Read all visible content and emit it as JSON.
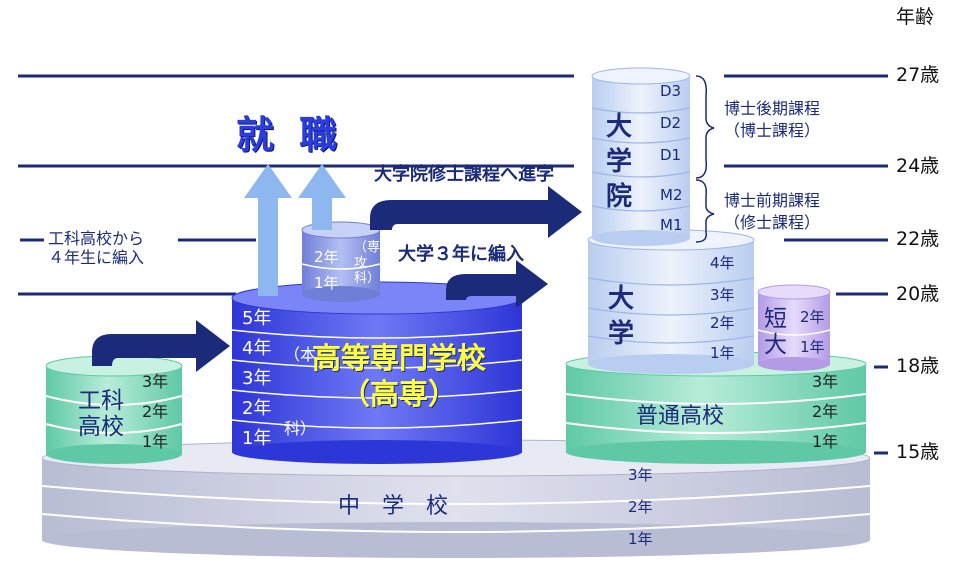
{
  "age_header": "年齢",
  "ages": {
    "a27": "27歳",
    "a24": "24歳",
    "a22": "22歳",
    "a20": "20歳",
    "a18": "18歳",
    "a15": "15歳"
  },
  "employment": "就 職",
  "to_grad_school": "大学院修士課程へ進学",
  "to_univ_transfer": "大学３年に編入",
  "tech_transfer": "工科高校から\n４年生に編入",
  "middle_school": {
    "name": "中　学　校",
    "grades": [
      "3年",
      "2年",
      "1年"
    ]
  },
  "high_school": {
    "name": "普通高校",
    "grades": [
      "3年",
      "2年",
      "1年"
    ]
  },
  "tech_high": {
    "name": "工科\n高校",
    "grades": [
      "3年",
      "2年",
      "1年"
    ]
  },
  "kosen": {
    "name": "高等専門学校\n（高専）",
    "grades": [
      "5年",
      "4年",
      "3年",
      "2年",
      "1年"
    ],
    "side": "（本\n科）"
  },
  "senkoka": {
    "grades": [
      "2年",
      "1年"
    ],
    "side": "（専\n攻\n科）"
  },
  "university": {
    "name": "大\n学",
    "grades": [
      "4年",
      "3年",
      "2年",
      "1年"
    ]
  },
  "junior_college": {
    "name": "短\n大",
    "grades": [
      "2年",
      "1年"
    ]
  },
  "grad_school": {
    "name": "大\n学\n院",
    "doctor": [
      "D3",
      "D2",
      "D1"
    ],
    "master": [
      "M2",
      "M1"
    ]
  },
  "doctor_course": "博士後期課程\n（博士課程）",
  "master_course": "博士前期課程\n（修士課程）",
  "colors": {
    "navy": "#1b2b7a",
    "kosen_blue": "#3a46e0",
    "teal": "#7fd6bd",
    "light_blue": "#d4e2f6",
    "lavender": "#c9b8ee",
    "gray": "#c9cde0",
    "arrow_light": "#8fb7ef",
    "yellow": "#ffff3a"
  }
}
